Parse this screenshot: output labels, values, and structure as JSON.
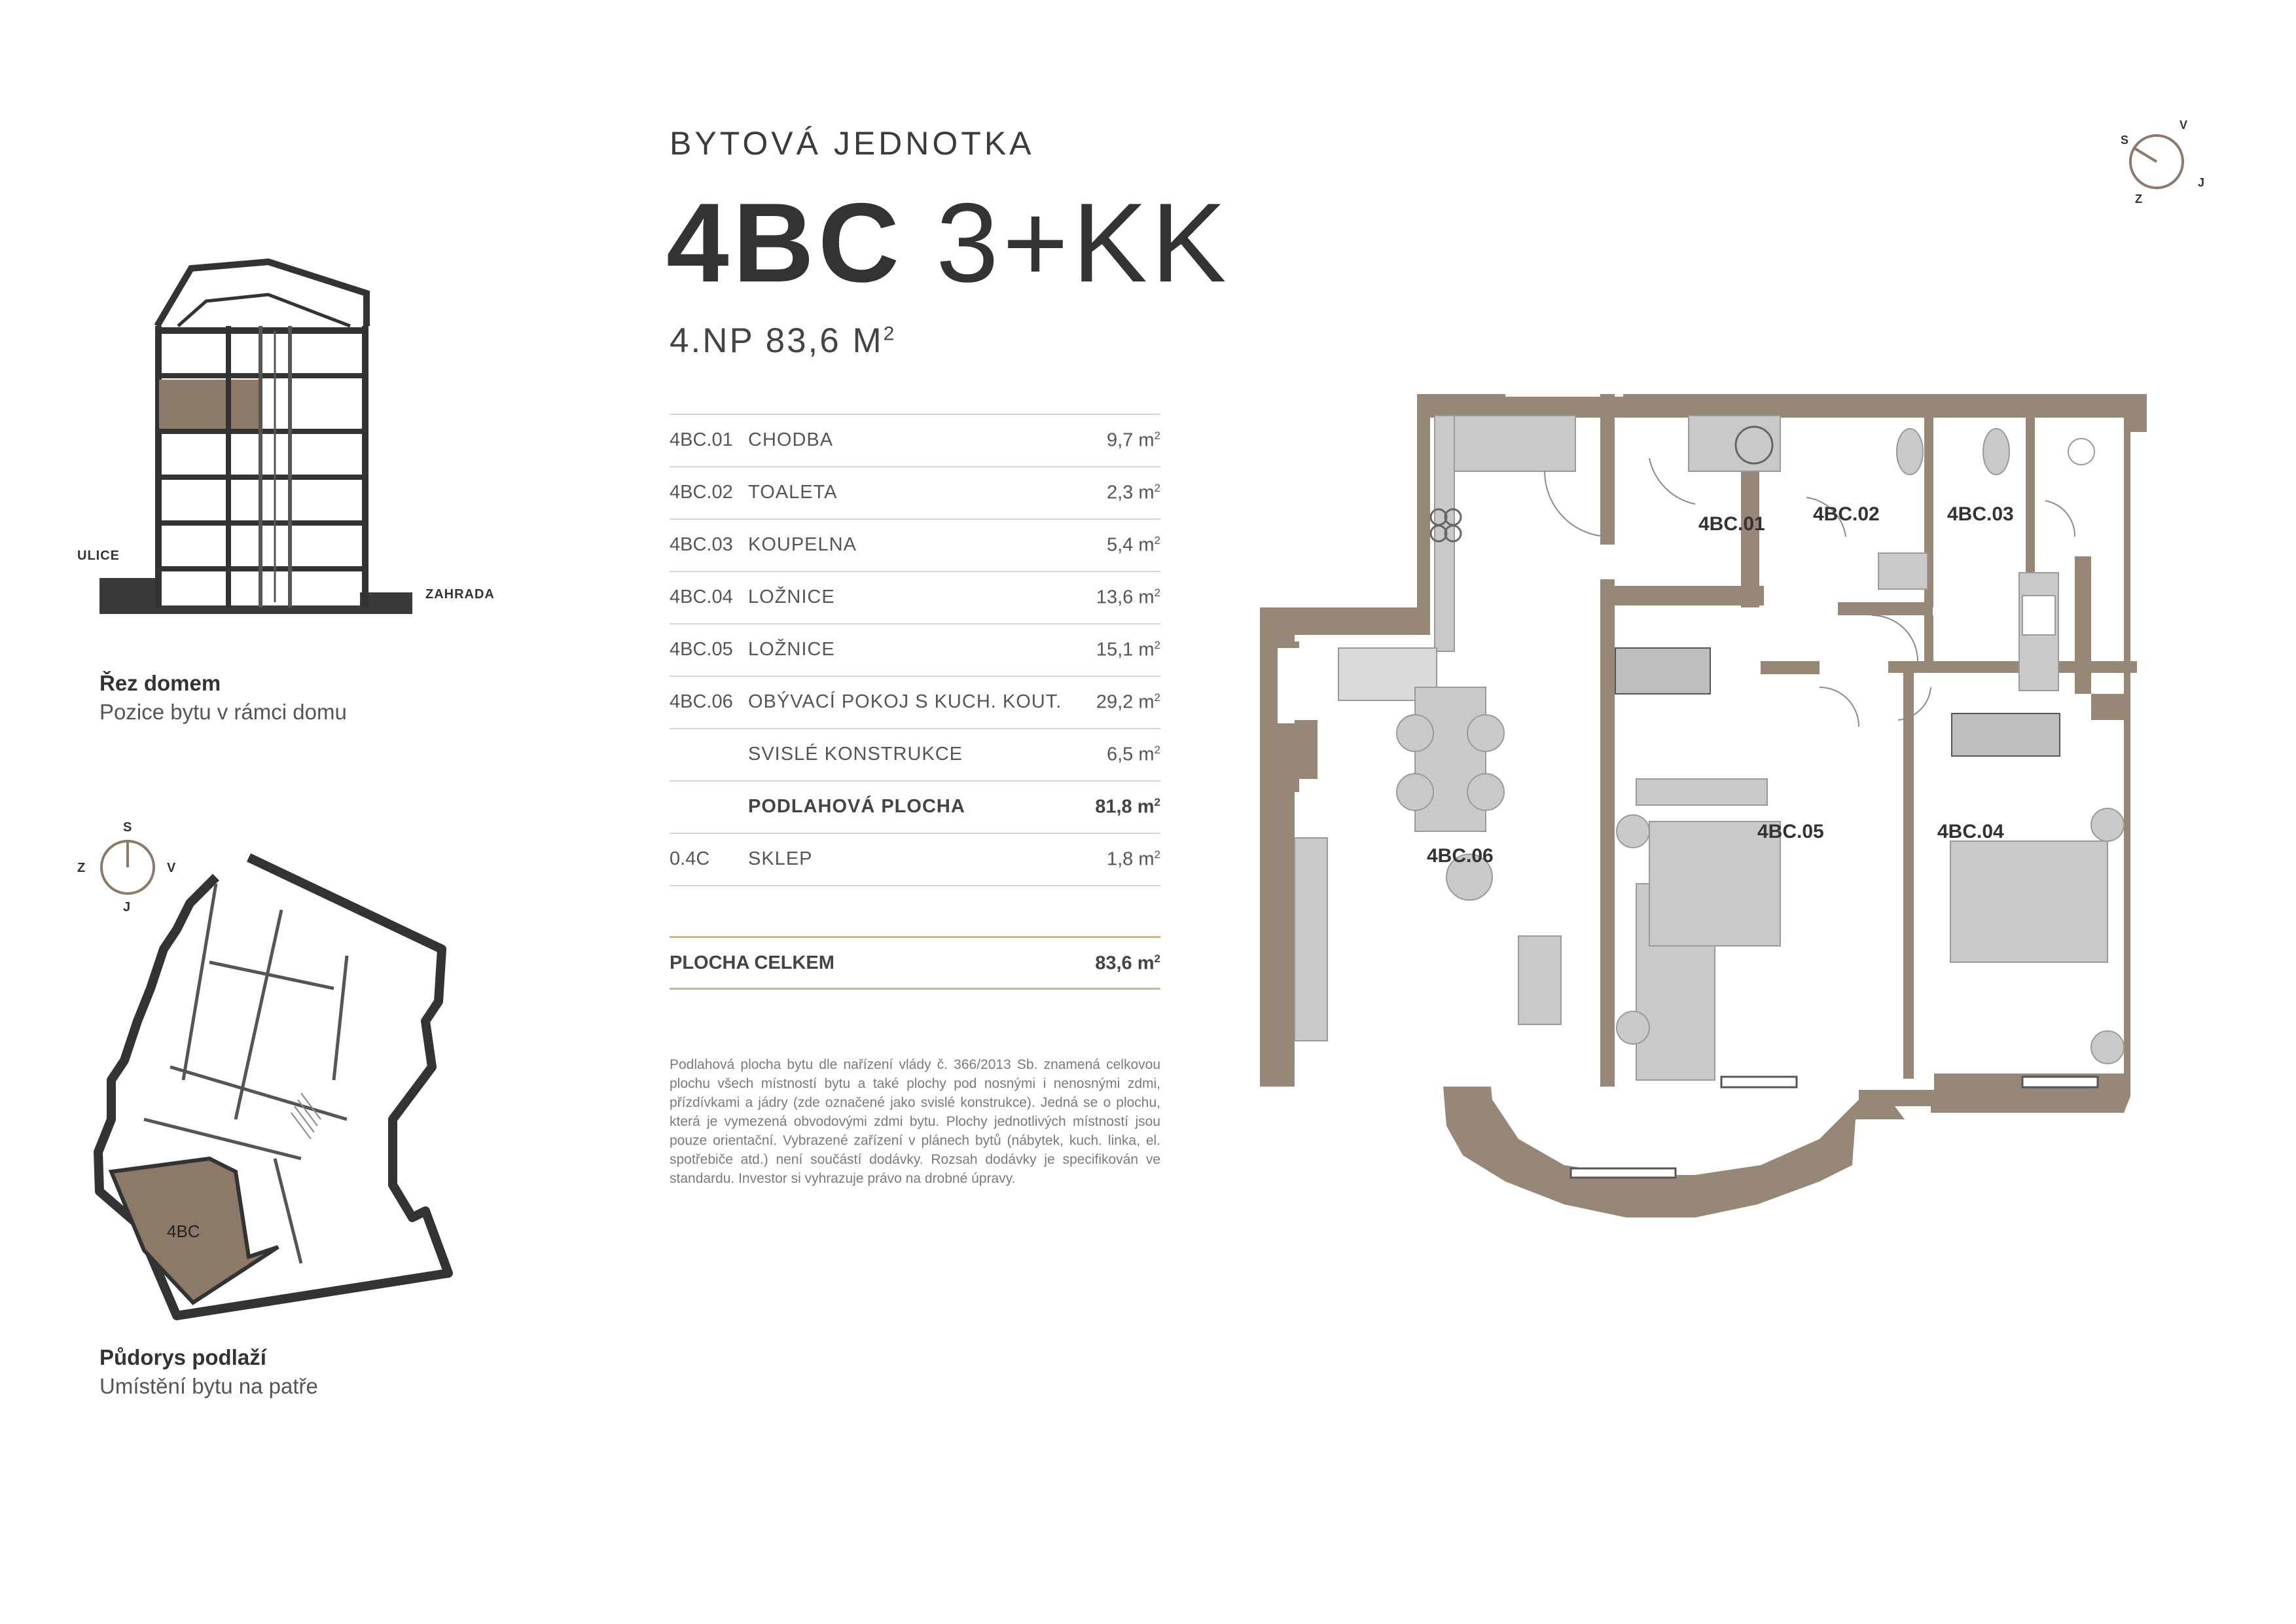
{
  "header": {
    "overline": "BYTOVÁ JEDNOTKA",
    "unit": "4BC",
    "type": "3+KK",
    "subtitle": "4.NP 83,6 M",
    "subtitle_sup": "2"
  },
  "rooms_table": {
    "unit_sup": "2",
    "rows": [
      {
        "code": "4BC.01",
        "name": "CHODBA",
        "area": "9,7 m"
      },
      {
        "code": "4BC.02",
        "name": "TOALETA",
        "area": "2,3 m"
      },
      {
        "code": "4BC.03",
        "name": "KOUPELNA",
        "area": "5,4 m"
      },
      {
        "code": "4BC.04",
        "name": "LOŽNICE",
        "area": "13,6 m"
      },
      {
        "code": "4BC.05",
        "name": "LOŽNICE",
        "area": "15,1 m"
      },
      {
        "code": "4BC.06",
        "name": "OBÝVACÍ POKOJ S KUCH. KOUT.",
        "area": "29,2 m"
      },
      {
        "code": "",
        "name": "SVISLÉ KONSTRUKCE",
        "area": "6,5 m"
      },
      {
        "code": "",
        "name": "PODLAHOVÁ PLOCHA",
        "area": "81,8 m"
      },
      {
        "code": "0.4C",
        "name": "SKLEP",
        "area": "1,8 m"
      }
    ],
    "total": {
      "label": "PLOCHA CELKEM",
      "area": "83,6 m"
    }
  },
  "note": "Podlahová plocha bytu dle nařízení vlády č. 366/2013 Sb. znamená celkovou plochu všech místností bytu a také plochy pod nosnými i nenosnými zdmi, přízdívkami a jádry (zde označené jako svislé konstrukce). Jedná se o plochu, která je vymezená obvodovými zdmi bytu. Plochy jednotlivých místností jsou pouze orientační. Vybrazené zařízení v plánech bytů (nábytek, kuch. linka, el. spotřebiče atd.) není součástí dodávky. Rozsah dodávky je specifikován ve standardu. Investor si vyhrazuje právo na drobné úpravy.",
  "section": {
    "title": "Řez domem",
    "subtitle": "Pozice bytu v rámci domu",
    "label_street": "ULICE",
    "label_garden": "ZAHRADA"
  },
  "floorplan_small": {
    "title": "Půdorys podlaží",
    "subtitle": "Umístění bytu na patře",
    "unit_label": "4BC"
  },
  "compass": {
    "n": "S",
    "e": "V",
    "s": "J",
    "w": "Z"
  },
  "plan": {
    "rooms": [
      "4BC.01",
      "4BC.02",
      "4BC.03",
      "4BC.05",
      "4BC.04",
      "4BC.06"
    ]
  },
  "colors": {
    "wall": "#968777",
    "accent": "#8c7967",
    "rule": "#c9b694",
    "furniture": "#c9c9c9"
  }
}
